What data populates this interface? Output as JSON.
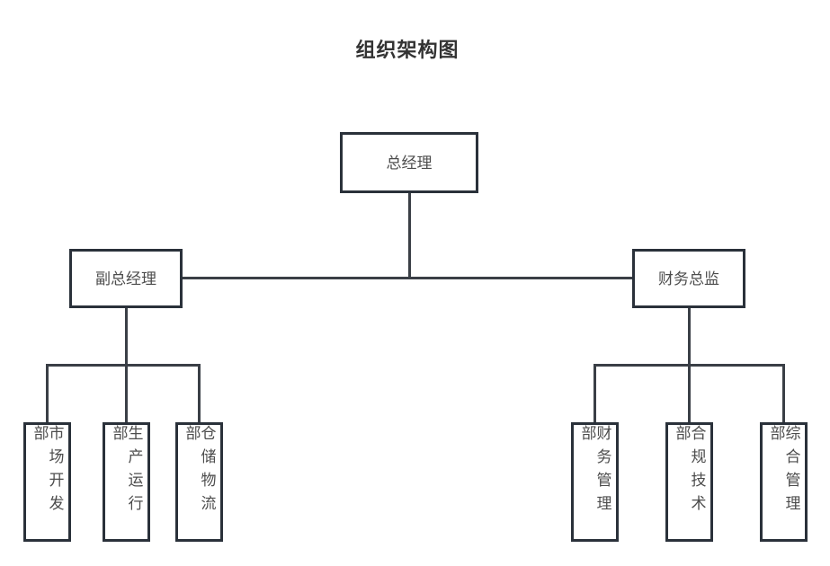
{
  "title": "组织架构图",
  "colors": {
    "background": "#ffffff",
    "node_fill": "#ffffff",
    "node_border": "#2a313a",
    "connector": "#3a3f46",
    "node_text": "#4c4c4c",
    "title_text": "#333333"
  },
  "chart": {
    "root": {
      "label": "总经理"
    },
    "managers": [
      {
        "label": "副总经理"
      },
      {
        "label": "财务总监"
      }
    ],
    "left_departments": [
      {
        "label": "市场开发部"
      },
      {
        "label": "生产运行部"
      },
      {
        "label": "仓储物流部"
      }
    ],
    "right_departments": [
      {
        "label": "财务管理部"
      },
      {
        "label": "合规技术部"
      },
      {
        "label": "综合管理部"
      }
    ]
  }
}
